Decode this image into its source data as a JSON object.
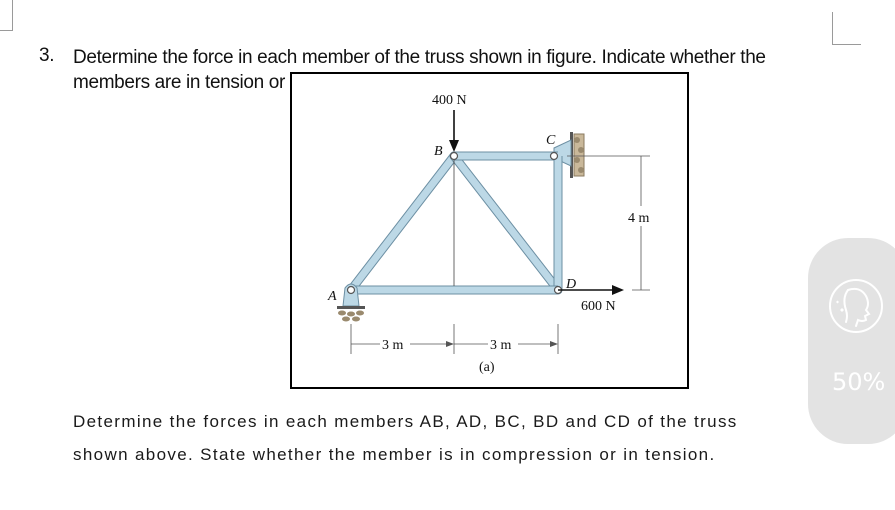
{
  "question": {
    "number": "3.",
    "text": "Determine the force in each member of the truss shown in figure. Indicate whether the members are in tension or compression"
  },
  "figure": {
    "load_top": "400 N",
    "load_right": "600 N",
    "node_a": "A",
    "node_b": "B",
    "node_c": "C",
    "node_d": "D",
    "height_dim": "4 m",
    "span_left": "3 m",
    "span_right": "3 m",
    "caption": "(a)"
  },
  "instruction": "Determine the forces in each members AB, AD, BC, BD and CD of the truss shown above. State whether the member is in compression or in tension.",
  "assistant": {
    "zoom": "50%",
    "icon": "face-profile-icon"
  },
  "colors": {
    "member_fill": "#bcd8e6",
    "member_stroke": "#6c8fa3",
    "assistant_bg": "#e3e3e3"
  }
}
